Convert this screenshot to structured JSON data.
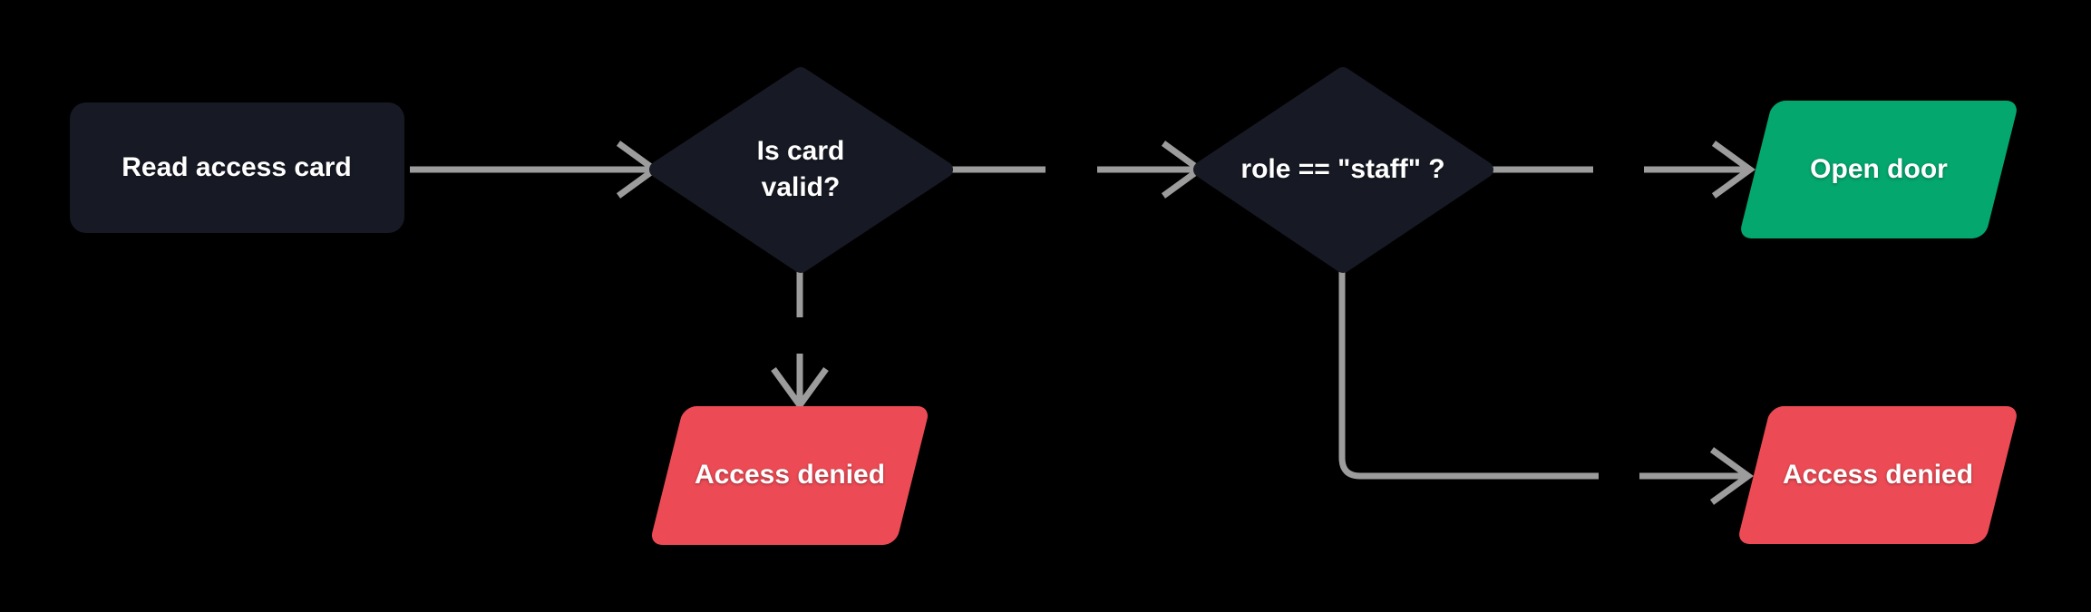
{
  "colors": {
    "bg": "#000000",
    "node": "#171A24",
    "edge": "#9C9C9C",
    "green": "#04A76E",
    "red": "#EC4B55",
    "text": "#FFFFFF"
  },
  "nodes": {
    "read_access_card": {
      "type": "process",
      "label": "Read access card"
    },
    "is_card_valid": {
      "type": "decision",
      "label": "Is card valid?"
    },
    "role_is_staff": {
      "type": "decision",
      "label": "role == \"staff\" ?"
    },
    "open_door": {
      "type": "output",
      "label": "Open door"
    },
    "access_denied_left": {
      "type": "output",
      "label": "Access denied"
    },
    "access_denied_right": {
      "type": "output",
      "label": "Access denied"
    }
  },
  "edges": [
    {
      "from": "read_access_card",
      "to": "is_card_valid"
    },
    {
      "from": "is_card_valid",
      "to": "role_is_staff"
    },
    {
      "from": "is_card_valid",
      "to": "access_denied_left"
    },
    {
      "from": "role_is_staff",
      "to": "open_door"
    },
    {
      "from": "role_is_staff",
      "to": "access_denied_right"
    }
  ]
}
